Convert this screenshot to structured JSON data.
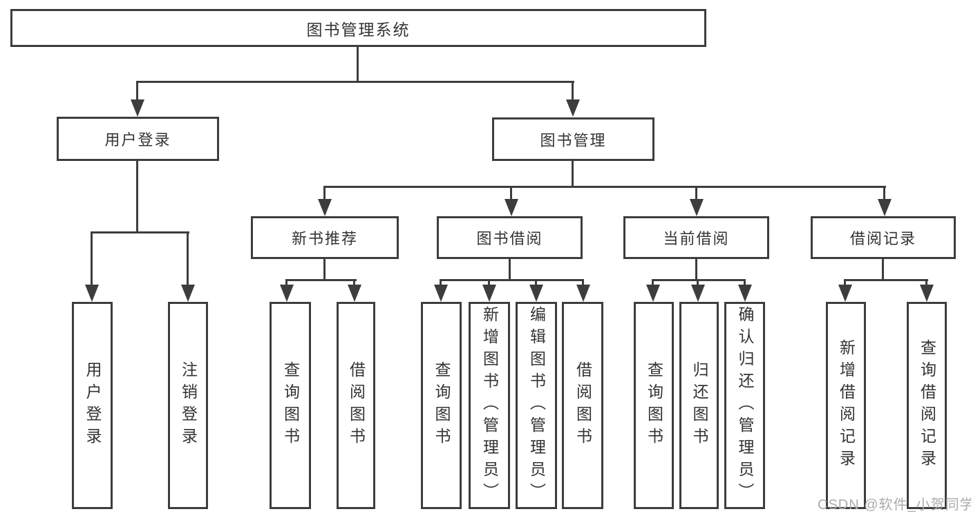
{
  "diagram": {
    "root": "图书管理系统",
    "branches": {
      "user_login": {
        "label": "用户登录",
        "children": [
          "用户登录",
          "注销登录"
        ]
      },
      "book_mgmt": {
        "label": "图书管理",
        "sections": [
          {
            "label": "新书推荐",
            "children": [
              "查询图书",
              "借阅图书"
            ]
          },
          {
            "label": "图书借阅",
            "children": [
              "查询图书",
              "新增图书（管理员）",
              "编辑图书（管理员）",
              "借阅图书"
            ]
          },
          {
            "label": "当前借阅",
            "children": [
              "查询图书",
              "归还图书",
              "确认归还（管理员）"
            ]
          },
          {
            "label": "借阅记录",
            "children": [
              "新增借阅记录",
              "查询借阅记录"
            ]
          }
        ]
      }
    }
  },
  "watermark": "CSDN @软件_小贺同学",
  "colors": {
    "line": "#3d3d3d",
    "text": "#333333",
    "watermark": "#ababab",
    "background": "#ffffff"
  }
}
